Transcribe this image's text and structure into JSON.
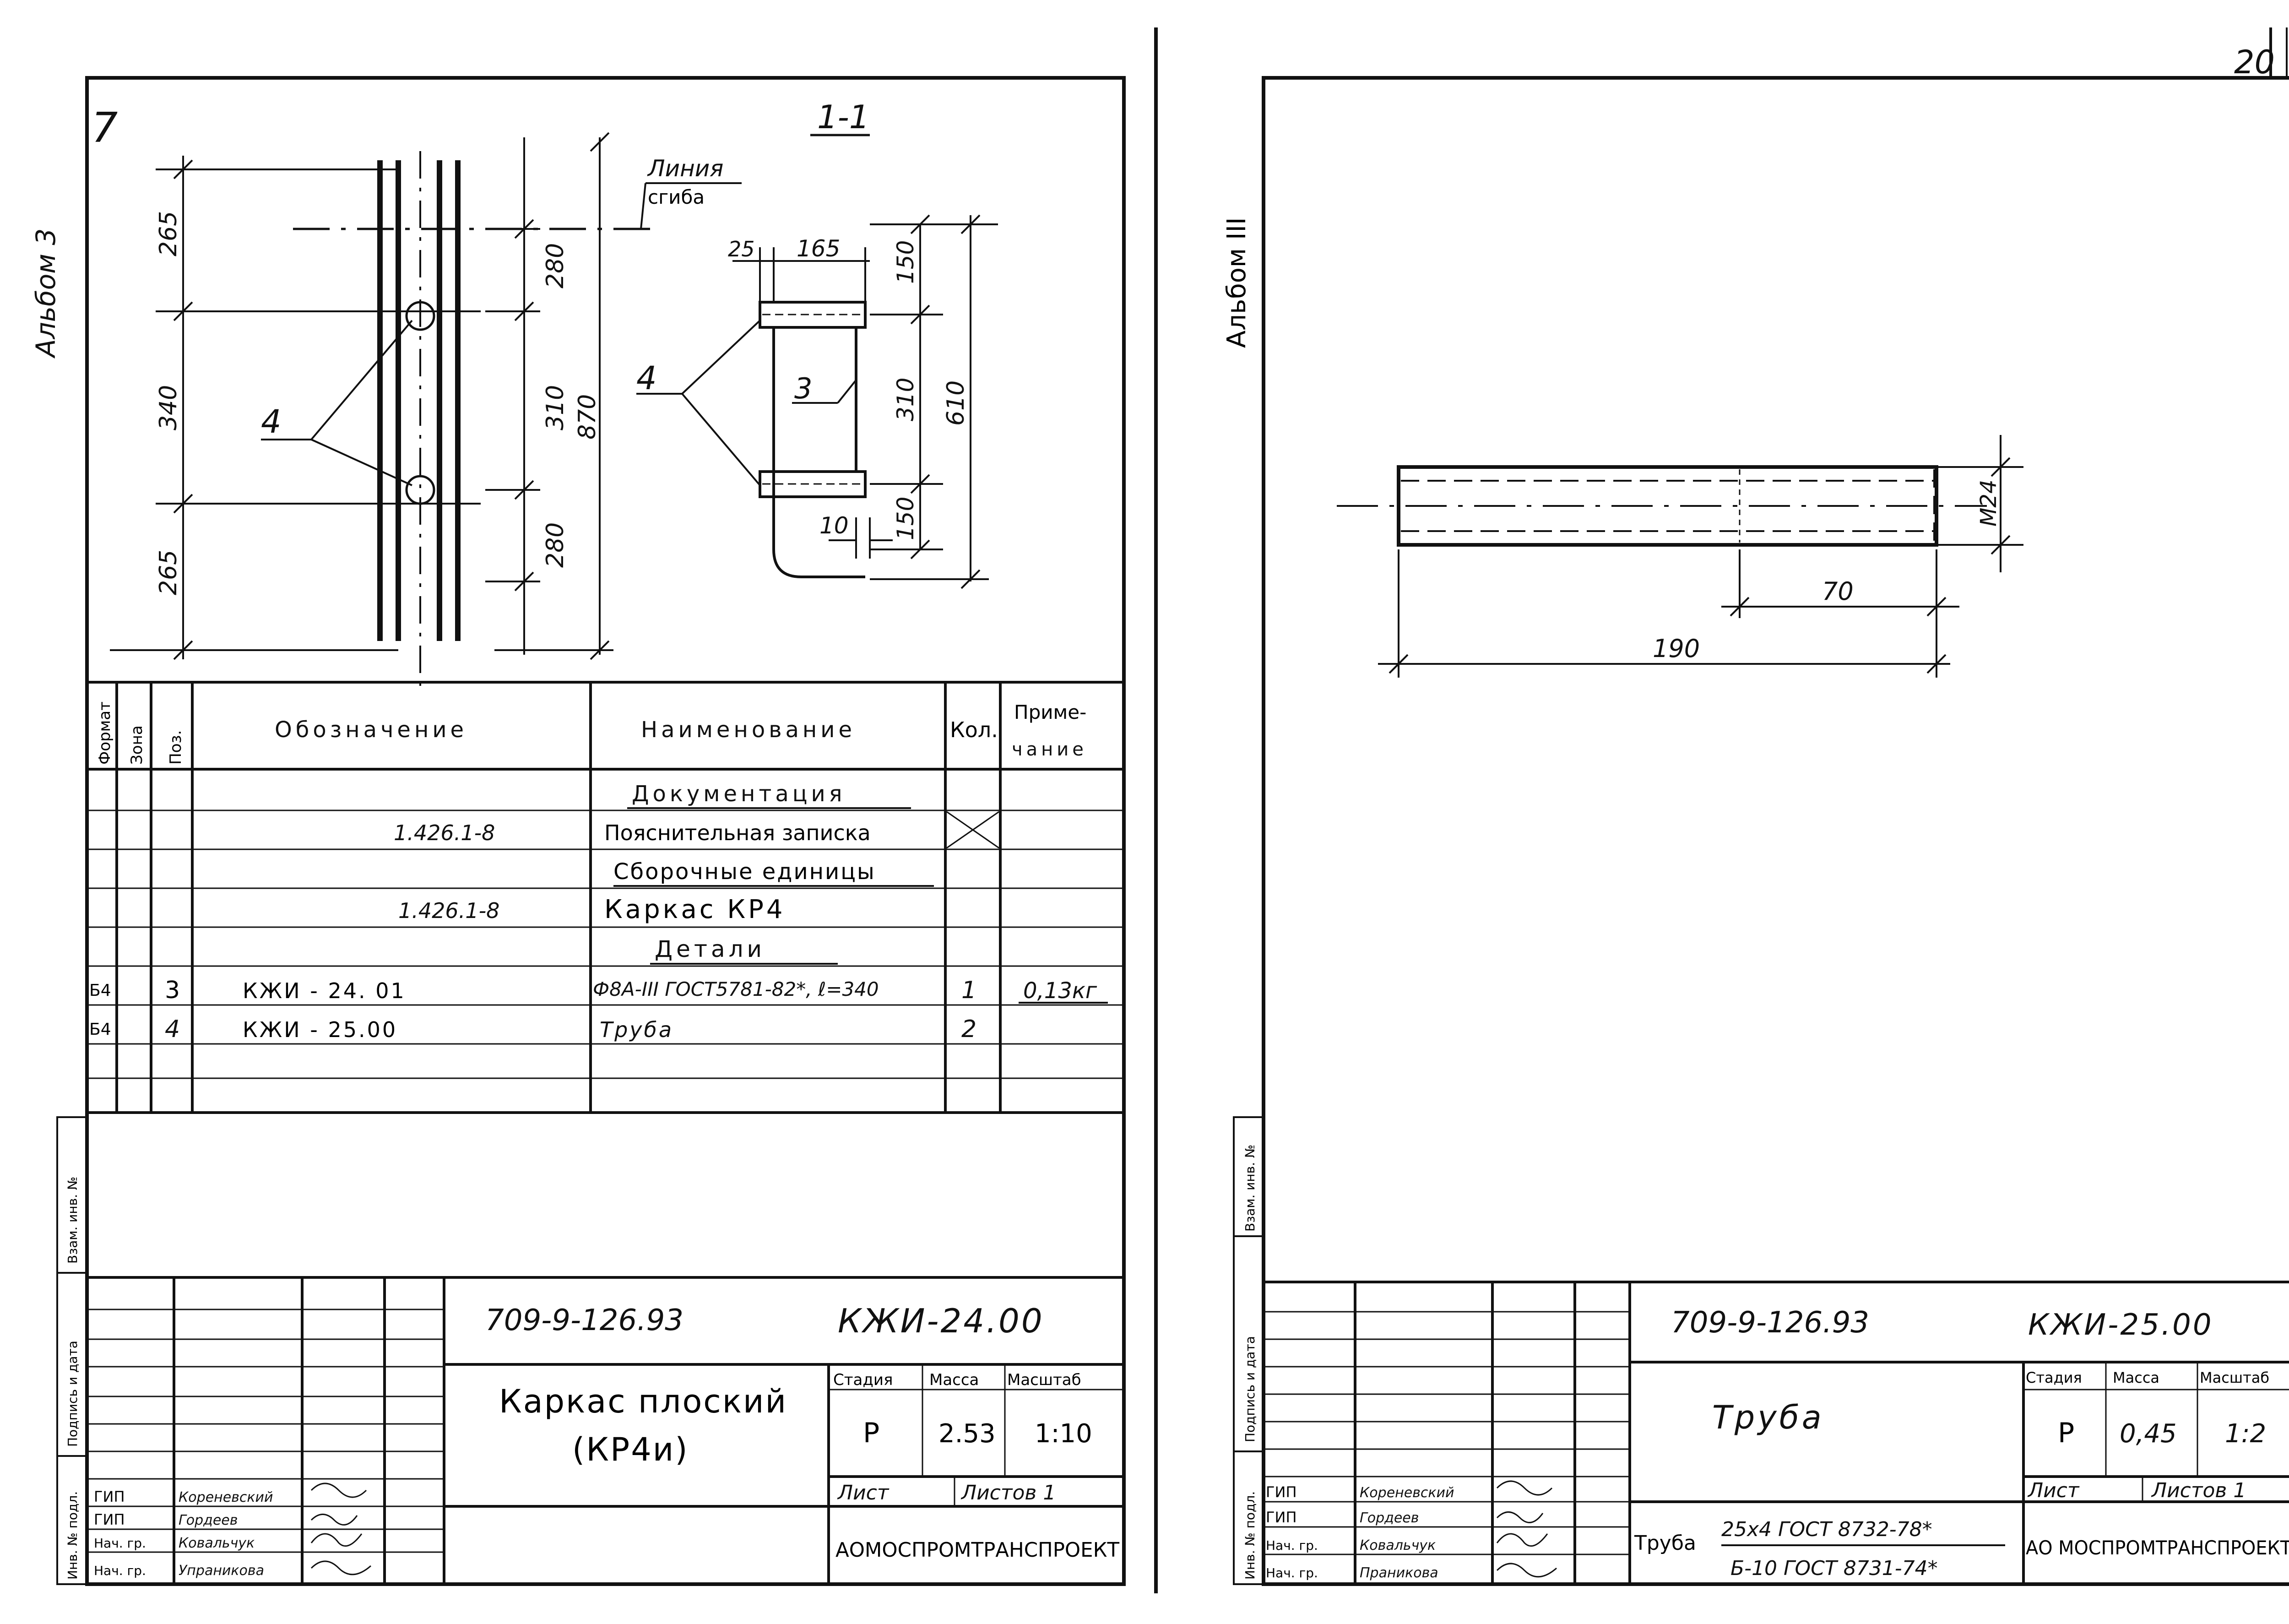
{
  "page_number": "20",
  "left_sheet": {
    "album_label": "Альбом 3",
    "corner_mark": "7",
    "section_title": "1-1",
    "bend_line_label_1": "Линия",
    "bend_line_label_2": "сгиба",
    "dims_front": [
      "265",
      "340",
      "265",
      "280",
      "310",
      "280",
      "870"
    ],
    "dims_side": [
      "25",
      "165",
      "150",
      "310",
      "150",
      "610",
      "10"
    ],
    "callout_4a": "4",
    "callout_4b": "4",
    "callout_3": "3",
    "spec": {
      "headers": {
        "format": "Формат",
        "zone": "Зона",
        "pos": "Поз.",
        "designation": "Обозначение",
        "name": "Наименование",
        "qty": "Кол.",
        "note_1": "Приме-",
        "note_2": "чание"
      },
      "rows": [
        {
          "fmt": "",
          "pos": "",
          "designation": "",
          "name": "Документация",
          "qty": "",
          "note": ""
        },
        {
          "fmt": "",
          "pos": "",
          "designation": "1.426.1-8",
          "name": "Пояснительная записка",
          "qty": "",
          "note": ""
        },
        {
          "fmt": "",
          "pos": "",
          "designation": "",
          "name": "Сборочные единицы",
          "qty": "",
          "note": ""
        },
        {
          "fmt": "",
          "pos": "",
          "designation": "1.426.1-8",
          "name": "Каркас КР4",
          "qty": "",
          "note": ""
        },
        {
          "fmt": "",
          "pos": "",
          "designation": "",
          "name": "Детали",
          "qty": "",
          "note": ""
        },
        {
          "fmt": "Б4",
          "pos": "3",
          "designation": "КЖИ - 24. 01",
          "name": "Ф8А-III ГОСТ5781-82*, ℓ=340",
          "qty": "1",
          "note": "0,13кг"
        },
        {
          "fmt": "Б4",
          "pos": "4",
          "designation": "КЖИ - 25.00",
          "name": "Труба",
          "qty": "2",
          "note": ""
        }
      ]
    },
    "side_margin_labels": [
      "Инв. № подл.",
      "Подпись и дата",
      "Взам. инв. №"
    ],
    "title_block": {
      "project": "709-9-126.93",
      "code": "КЖИ-24.00",
      "name_1": "Каркас плоский",
      "name_2": "(КР4и)",
      "stage_label": "Стадия",
      "mass_label": "Масса",
      "scale_label": "Масштаб",
      "stage": "Р",
      "mass": "2.53",
      "scale": "1:10",
      "sheet_label": "Лист",
      "sheets_label": "Листов 1",
      "org": "АОМОСПРОМТРАНСПРОЕКТ",
      "staff": [
        {
          "role": "ГИП",
          "name": "Кореневский"
        },
        {
          "role": "ГИП",
          "name": "Гордеев"
        },
        {
          "role": "Нач. гр.",
          "name": "Ковальчук"
        },
        {
          "role": "Нач. гр.",
          "name": "Упраникова"
        }
      ]
    }
  },
  "right_sheet": {
    "album_label": "Альбом III",
    "dims": {
      "thread": "М24",
      "thread_len": "70",
      "length": "190"
    },
    "side_margin_labels": [
      "Инв. № подл.",
      "Подпись и дата",
      "Взам. инв. №"
    ],
    "title_block": {
      "project": "709-9-126.93",
      "code": "КЖИ-25.00",
      "name": "Труба",
      "stage_label": "Стадия",
      "mass_label": "Масса",
      "scale_label": "Масштаб",
      "stage": "Р",
      "mass": "0,45",
      "scale": "1:2",
      "sheet_label": "Лист",
      "sheets_label": "Листов 1",
      "material_prefix": "Труба",
      "material_1": "25x4 ГОСТ 8732-78*",
      "material_2": "Б-10 ГОСТ 8731-74*",
      "org": "АО МОСПРОМТРАНСПРОЕКТ",
      "staff": [
        {
          "role": "ГИП",
          "name": "Кореневский"
        },
        {
          "role": "ГИП",
          "name": "Гордеев"
        },
        {
          "role": "Нач. гр.",
          "name": "Ковальчук"
        },
        {
          "role": "Нач. гр.",
          "name": "Праникова"
        }
      ]
    }
  }
}
